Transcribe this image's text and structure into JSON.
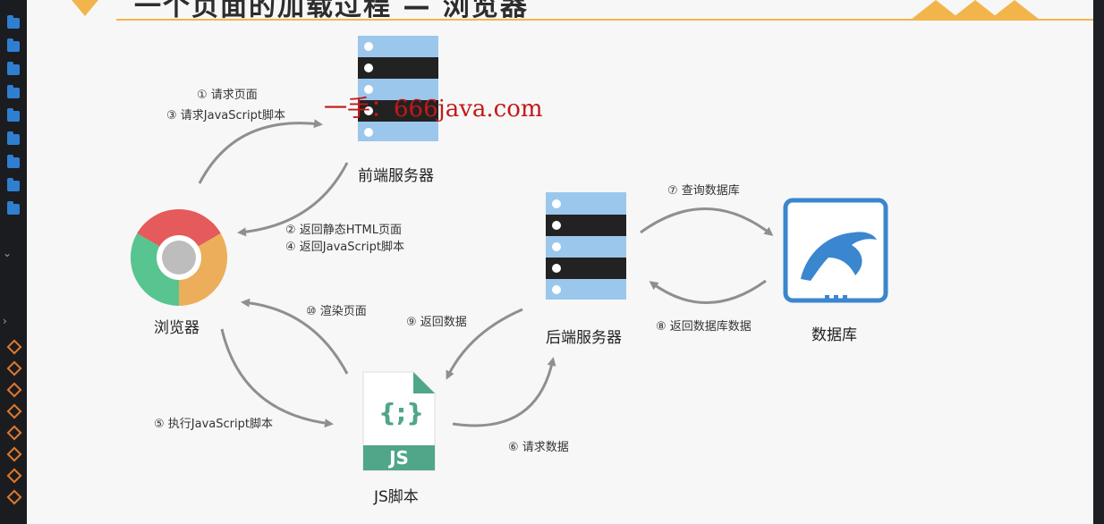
{
  "slide": {
    "title_fragment": "一个页面的加载过程 — 浏览器"
  },
  "watermark": "一手：666java.com",
  "nodes": {
    "frontend_server": "前端服务器",
    "browser": "浏览器",
    "backend_server": "后端服务器",
    "database": "数据库",
    "js_script": "JS脚本",
    "js_badge": "JS",
    "js_braces": "{;}"
  },
  "steps": {
    "s1": "① 请求页面",
    "s3": "③ 请求JavaScript脚本",
    "s2": "② 返回静态HTML页面",
    "s4": "④ 返回JavaScript脚本",
    "s7": "⑦ 查询数据库",
    "s8": "⑧ 返回数据库数据",
    "s10": "⑩ 渲染页面",
    "s9": "⑨ 返回数据",
    "s5": "⑤ 执行JavaScript脚本",
    "s6": "⑥ 请求数据"
  },
  "colors": {
    "accent_orange": "#f2b54b",
    "server_blue": "#9cc7ec",
    "server_dark": "#222222",
    "db_blue": "#3a86cf",
    "js_green": "#4fa689",
    "arrow_gray": "#8f8f8f",
    "chrome_red": "#e55a5a",
    "chrome_green": "#58c48f",
    "chrome_yellow": "#ecae5a"
  },
  "icons": [
    "server-icon",
    "chrome-icon",
    "database-dolphin-icon",
    "js-file-icon",
    "folder-icon"
  ]
}
